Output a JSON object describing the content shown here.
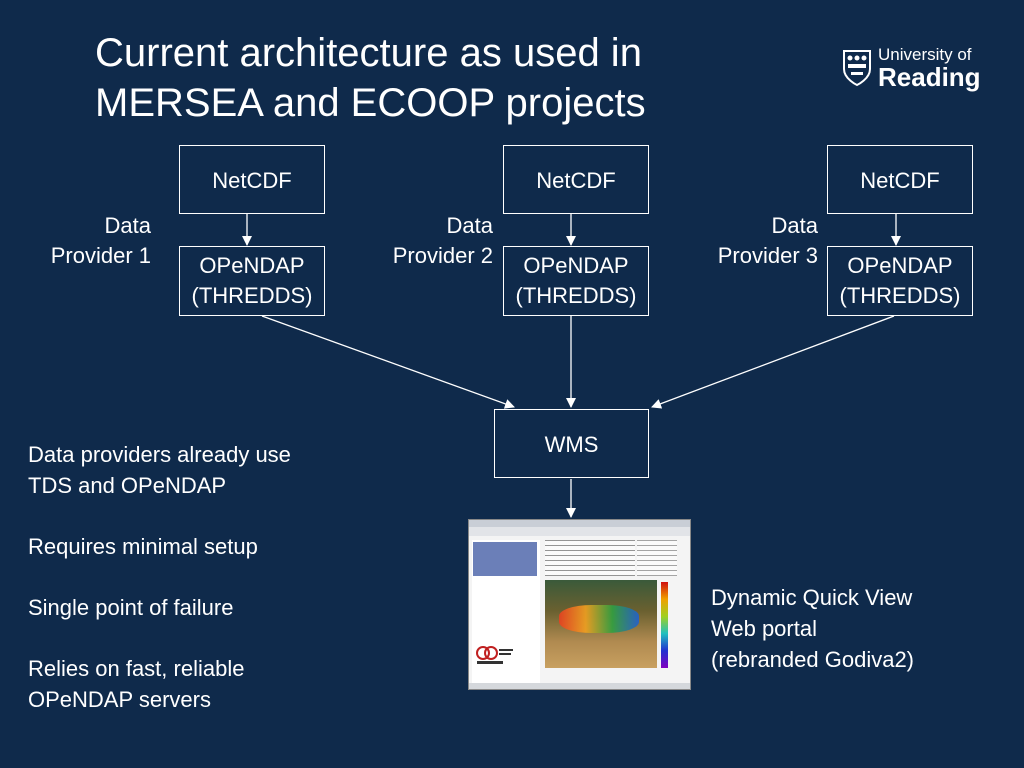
{
  "title": "Current architecture as used in\nMERSEA and ECOOP projects",
  "logo": {
    "line1": "University of",
    "line2": "Reading",
    "icon": "university-shield-icon"
  },
  "providers": [
    {
      "netcdf": "NetCDF",
      "label_line1": "Data",
      "label_line2": "Provider 1",
      "opendap_line1": "OPeNDAP",
      "opendap_line2": "(THREDDS)"
    },
    {
      "netcdf": "NetCDF",
      "label_line1": "Data",
      "label_line2": "Provider 2",
      "opendap_line1": "OPeNDAP",
      "opendap_line2": "(THREDDS)"
    },
    {
      "netcdf": "NetCDF",
      "label_line1": "Data",
      "label_line2": "Provider 3",
      "opendap_line1": "OPeNDAP",
      "opendap_line2": "(THREDDS)"
    }
  ],
  "wms": "WMS",
  "notes": [
    "Data providers already use\nTDS and OPeNDAP",
    "Requires minimal setup",
    "Single point of failure",
    "Relies on fast, reliable\nOPeNDAP servers"
  ],
  "portal_caption": {
    "line1": "Dynamic Quick View",
    "line2": "Web portal",
    "line3": "(rebranded Godiva2)"
  },
  "colors": {
    "background": "#0f2a4b",
    "foreground": "#ffffff"
  }
}
